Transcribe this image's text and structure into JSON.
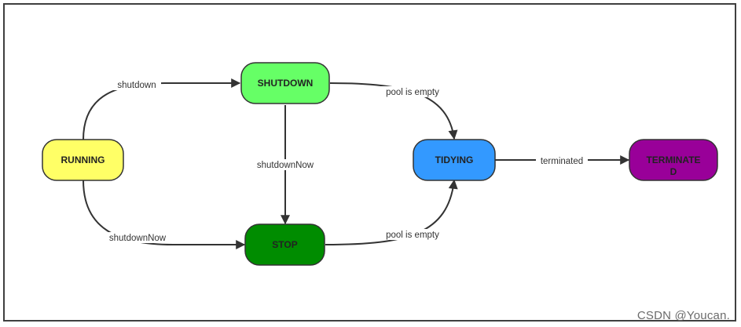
{
  "colors": {
    "running": "#ffff66",
    "shutdown": "#66ff66",
    "stop": "#008c00",
    "tidying": "#3399ff",
    "terminated": "#990099",
    "stroke": "#333333"
  },
  "nodes": {
    "running": "RUNNING",
    "shutdown": "SHUTDOWN",
    "stop": "STOP",
    "tidying": "TIDYING",
    "terminated_line1": "TERMINATE",
    "terminated_line2": "D"
  },
  "edges": {
    "running_to_shutdown": "shutdown",
    "running_to_stop": "shutdownNow",
    "shutdown_to_stop": "shutdownNow",
    "shutdown_to_tidying": "pool is empty",
    "stop_to_tidying": "pool is empty",
    "tidying_to_terminated": "terminated"
  },
  "watermark": "CSDN @Youcan."
}
